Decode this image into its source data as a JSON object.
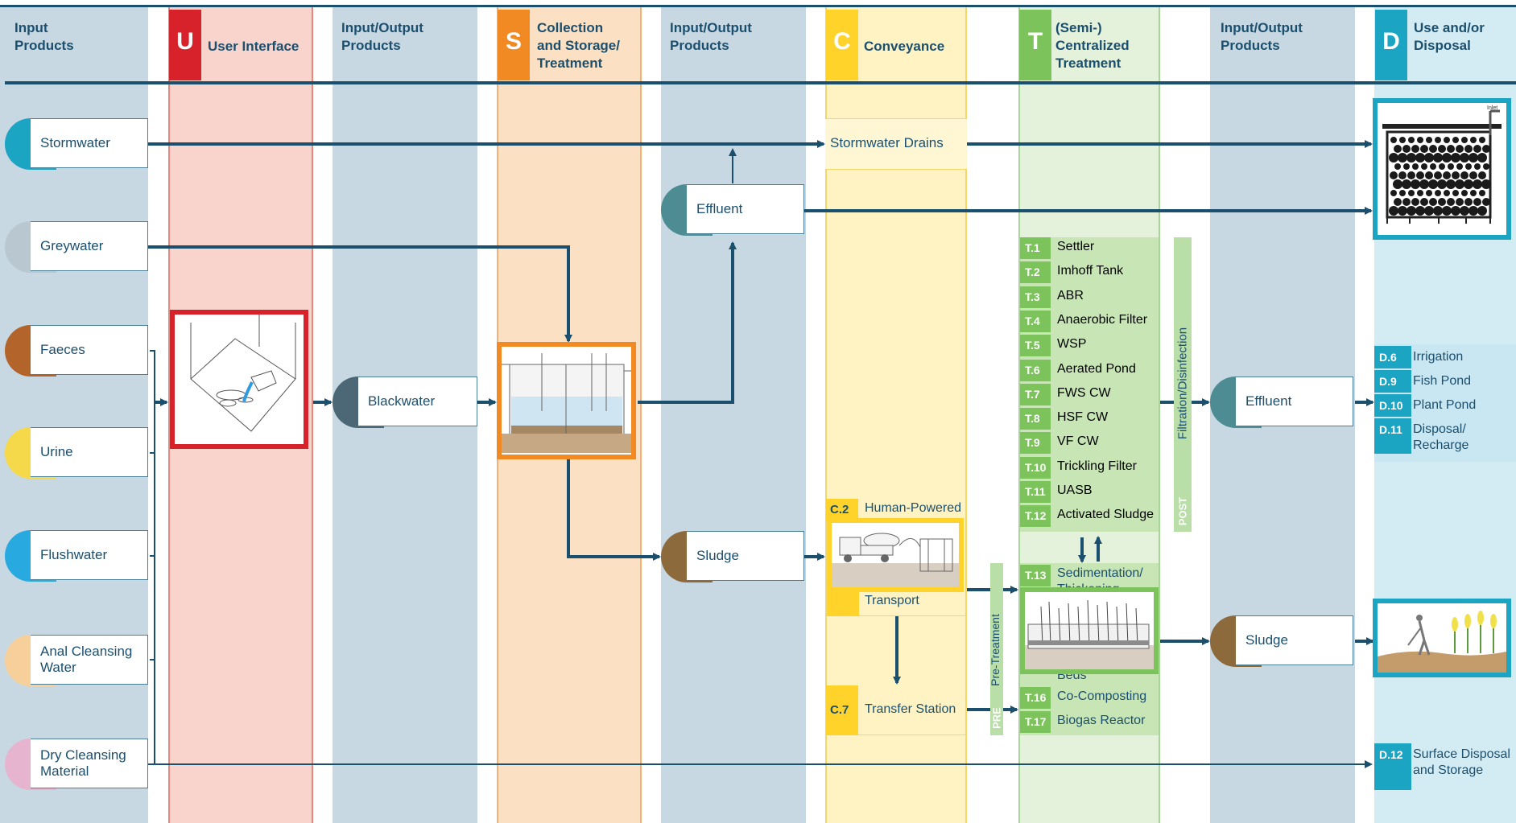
{
  "colors": {
    "product_band": "#c7d8e3",
    "user_interface": "#d8222b",
    "user_interface_band": "#f9d4cc",
    "storage": "#f28a24",
    "storage_band": "#fbe0c4",
    "conveyance": "#ffd32a",
    "conveyance_band": "#fff3c4",
    "treatment": "#7cc35c",
    "treatment_band": "#e4f2dc",
    "disposal": "#1ca4c3",
    "disposal_band": "#d3ecf4",
    "line": "#1b4f6e"
  },
  "headers": {
    "input_products": "Input\nProducts",
    "user_interface": {
      "letter": "U",
      "label": "User Interface"
    },
    "io_products_1": "Input/Output\nProducts",
    "storage": {
      "letter": "S",
      "label": "Collection\nand Storage/\nTreatment"
    },
    "io_products_2": "Input/Output\nProducts",
    "conveyance": {
      "letter": "C",
      "label": "Conveyance"
    },
    "treatment": {
      "letter": "T",
      "label": "(Semi-)\nCentralized\nTreatment"
    },
    "io_products_3": "Input/Output\nProducts",
    "disposal": {
      "letter": "D",
      "label": "Use and/or\nDisposal"
    }
  },
  "inputs": [
    {
      "label": "Stormwater",
      "color": "#1ca4c3"
    },
    {
      "label": "Greywater",
      "color": "#b9c7d1"
    },
    {
      "label": "Faeces",
      "color": "#b3642a"
    },
    {
      "label": "Urine",
      "color": "#f6d84b"
    },
    {
      "label": "Flushwater",
      "color": "#28a9e0"
    },
    {
      "label": "Anal Cleansing\nWater",
      "color": "#f6cf9a"
    },
    {
      "label": "Dry Cleansing\nMaterial",
      "color": "#e7b4cf"
    }
  ],
  "products": {
    "blackwater": {
      "label": "Blackwater",
      "color": "#4c6877"
    },
    "effluent_top": {
      "label": "Effluent",
      "color": "#4c8c92"
    },
    "sludge_mid": {
      "label": "Sludge",
      "color": "#8d6a3b"
    },
    "effluent_right": {
      "label": "Effluent",
      "color": "#4c8c92"
    },
    "sludge_right": {
      "label": "Sludge",
      "color": "#8d6a3b"
    }
  },
  "conveyance": {
    "stormwater_drains": "Stormwater Drains",
    "human_powered": {
      "code": "C.2",
      "label": "Human-Powered"
    },
    "transport": "Transport",
    "transfer_station": {
      "code": "C.7",
      "label": "Transfer Station"
    }
  },
  "treatment_list": [
    {
      "code": "T.1",
      "name": "Settler"
    },
    {
      "code": "T.2",
      "name": "Imhoff Tank"
    },
    {
      "code": "T.3",
      "name": "ABR"
    },
    {
      "code": "T.4",
      "name": "Anaerobic Filter"
    },
    {
      "code": "T.5",
      "name": "WSP"
    },
    {
      "code": "T.6",
      "name": "Aerated Pond"
    },
    {
      "code": "T.7",
      "name": "FWS CW"
    },
    {
      "code": "T.8",
      "name": "HSF CW"
    },
    {
      "code": "T.9",
      "name": "VF CW"
    },
    {
      "code": "T.10",
      "name": "Trickling Filter"
    },
    {
      "code": "T.11",
      "name": "UASB"
    },
    {
      "code": "T.12",
      "name": "Activated Sludge"
    }
  ],
  "treatment_sludge": {
    "t13": {
      "code": "T.13",
      "name": "Sedimentation/"
    },
    "t13_cut": "Thickening",
    "beds": "Beds",
    "t16": {
      "code": "T.16",
      "name": "Co-Composting"
    },
    "t17": {
      "code": "T.17",
      "name": "Biogas Reactor"
    }
  },
  "post_label": "POST",
  "post_text": "Filtration/Disinfection",
  "pre_label": "PRE",
  "pre_text": "Pre-Treatment",
  "disposal_list": [
    {
      "code": "D.6",
      "name": "Irrigation"
    },
    {
      "code": "D.9",
      "name": "Fish Pond"
    },
    {
      "code": "D.10",
      "name": "Plant Pond"
    },
    {
      "code": "D.11",
      "name": "Disposal/\nRecharge"
    }
  ],
  "disposal_d12": {
    "code": "D.12",
    "name": "Surface Disposal\nand Storage"
  },
  "soakpit_label": "Inlet"
}
